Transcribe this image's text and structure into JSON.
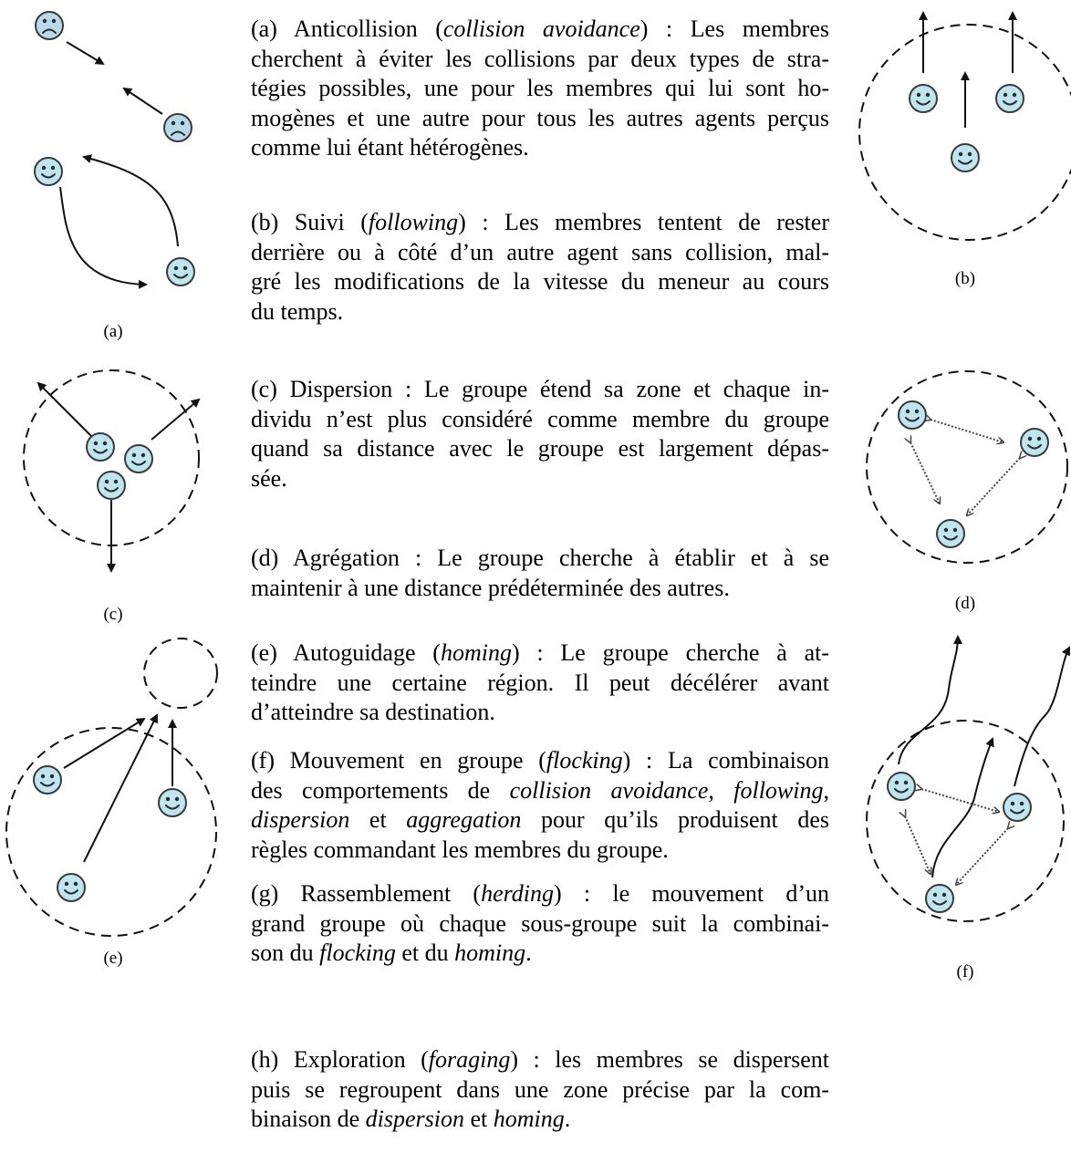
{
  "captions": {
    "a": "(a)",
    "b": "(b)",
    "c": "(c)",
    "d": "(d)",
    "e": "(e)",
    "f": "(f)"
  },
  "paragraphs": [
    {
      "id": "a",
      "lines": [
        [
          {
            "t": "(a) Anticollision ("
          },
          {
            "t": "collision avoidance",
            "i": true
          },
          {
            "t": ") : Les membres"
          }
        ],
        [
          {
            "t": "cherchent à éviter les collisions par deux types de stra-"
          }
        ],
        [
          {
            "t": "tégies possibles, une pour les membres qui lui sont ho-"
          }
        ],
        [
          {
            "t": "mogènes et une autre pour tous les autres agents perçus"
          }
        ],
        [
          {
            "t": "comme lui étant hétérogènes."
          }
        ]
      ]
    },
    {
      "id": "b",
      "lines": [
        [
          {
            "t": "(b) Suivi ("
          },
          {
            "t": "following",
            "i": true
          },
          {
            "t": ") : Les membres tentent de rester"
          }
        ],
        [
          {
            "t": "derrière ou à côté d’un autre agent sans collision, mal-"
          }
        ],
        [
          {
            "t": "gré les modifications de la vitesse du meneur au cours"
          }
        ],
        [
          {
            "t": "du temps."
          }
        ]
      ]
    },
    {
      "id": "c",
      "lines": [
        [
          {
            "t": "(c) Dispersion : Le groupe étend sa zone et chaque in-"
          }
        ],
        [
          {
            "t": "dividu n’est plus considéré comme membre du groupe"
          }
        ],
        [
          {
            "t": "quand sa distance avec le groupe est largement dépas-"
          }
        ],
        [
          {
            "t": "sée."
          }
        ]
      ]
    },
    {
      "id": "d",
      "lines": [
        [
          {
            "t": "(d) Agrégation : Le groupe cherche à établir et à se"
          }
        ],
        [
          {
            "t": "maintenir à une distance prédéterminée des autres."
          }
        ]
      ]
    },
    {
      "id": "e",
      "lines": [
        [
          {
            "t": "(e) Autoguidage ("
          },
          {
            "t": "homing",
            "i": true
          },
          {
            "t": ") : Le groupe cherche à at-"
          }
        ],
        [
          {
            "t": "teindre une certaine région. Il peut décélérer avant"
          }
        ],
        [
          {
            "t": "d’atteindre sa destination."
          }
        ]
      ]
    },
    {
      "id": "f",
      "lines": [
        [
          {
            "t": "(f) Mouvement en groupe ("
          },
          {
            "t": "flocking",
            "i": true
          },
          {
            "t": ") : La combinaison"
          }
        ],
        [
          {
            "t": "des comportements de "
          },
          {
            "t": "collision avoidance",
            "i": true
          },
          {
            "t": ", "
          },
          {
            "t": "following",
            "i": true
          },
          {
            "t": ","
          }
        ],
        [
          {
            "t": "dispersion",
            "i": true
          },
          {
            "t": " et "
          },
          {
            "t": "aggregation",
            "i": true
          },
          {
            "t": " pour qu’ils produisent des"
          }
        ],
        [
          {
            "t": "règles commandant les membres du groupe."
          }
        ]
      ]
    },
    {
      "id": "g",
      "lines": [
        [
          {
            "t": "(g) Rassemblement ("
          },
          {
            "t": "herding",
            "i": true
          },
          {
            "t": ") : le mouvement d’un"
          }
        ],
        [
          {
            "t": "grand groupe où chaque sous-groupe suit la combinai-"
          }
        ],
        [
          {
            "t": "son du "
          },
          {
            "t": "flocking",
            "i": true
          },
          {
            "t": " et du "
          },
          {
            "t": "homing",
            "i": true
          },
          {
            "t": "."
          }
        ]
      ]
    },
    {
      "id": "h",
      "lines": [
        [
          {
            "t": "(h) Exploration ("
          },
          {
            "t": "foraging",
            "i": true
          },
          {
            "t": ") : les membres se dispersent"
          }
        ],
        [
          {
            "t": "puis se regroupent dans une zone précise par la com-"
          }
        ],
        [
          {
            "t": "binaison de "
          },
          {
            "t": "dispersion",
            "i": true
          },
          {
            "t": " et "
          },
          {
            "t": "homing",
            "i": true
          },
          {
            "t": "."
          }
        ]
      ]
    }
  ]
}
